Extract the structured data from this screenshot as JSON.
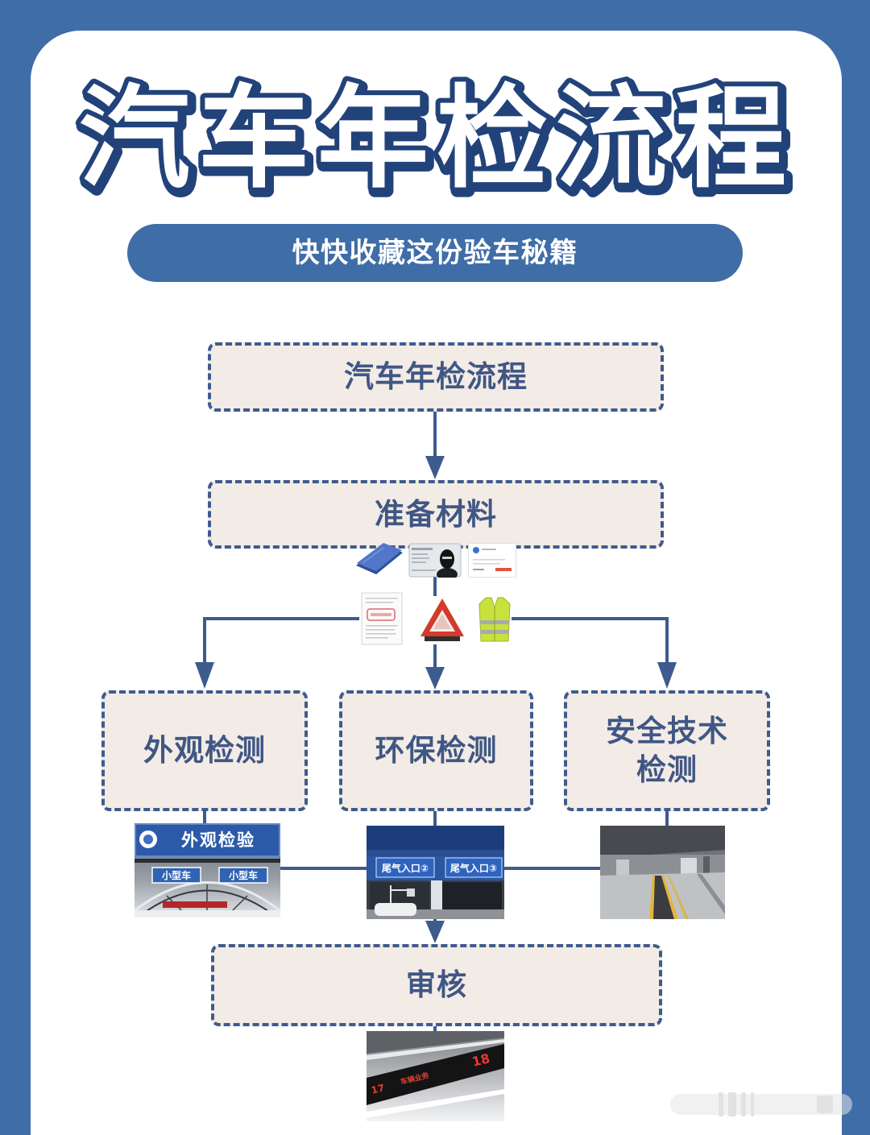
{
  "colors": {
    "background": "#3f6da7",
    "card": "#ffffff",
    "pill": "#3f6da7",
    "box_fill": "#f3ebe5",
    "box_border": "#3e5b8e",
    "box_text": "#405785",
    "connector": "#3e5b8e",
    "title_fill": "#ffffff",
    "title_stroke": "#22427a"
  },
  "header": {
    "title": "汽车年检流程",
    "subtitle": "快快收藏这份验车秘籍"
  },
  "flow": {
    "start": "汽车年检流程",
    "materials": "准备材料",
    "materials_icons": [
      "vehicle-license-booklet-icon",
      "id-card-icon",
      "certificate-card-icon",
      "insurance-document-icon",
      "warning-triangle-icon",
      "reflective-vest-icon"
    ],
    "inspections": [
      {
        "lines": [
          "外观检测"
        ]
      },
      {
        "lines": [
          "环保检测"
        ]
      },
      {
        "lines": [
          "安全技术",
          "检测"
        ]
      }
    ],
    "review": "审核"
  },
  "photos": {
    "appearance_inspection": {
      "banner": "外观检验",
      "lane_signs": [
        "小型车",
        "小型车"
      ]
    },
    "emission_inspection": {
      "signs": [
        "尾气入口②",
        "尾气入口③"
      ]
    },
    "review_hall": {
      "counter_numbers": [
        "18",
        "17"
      ],
      "sign": "车辆业务"
    }
  }
}
